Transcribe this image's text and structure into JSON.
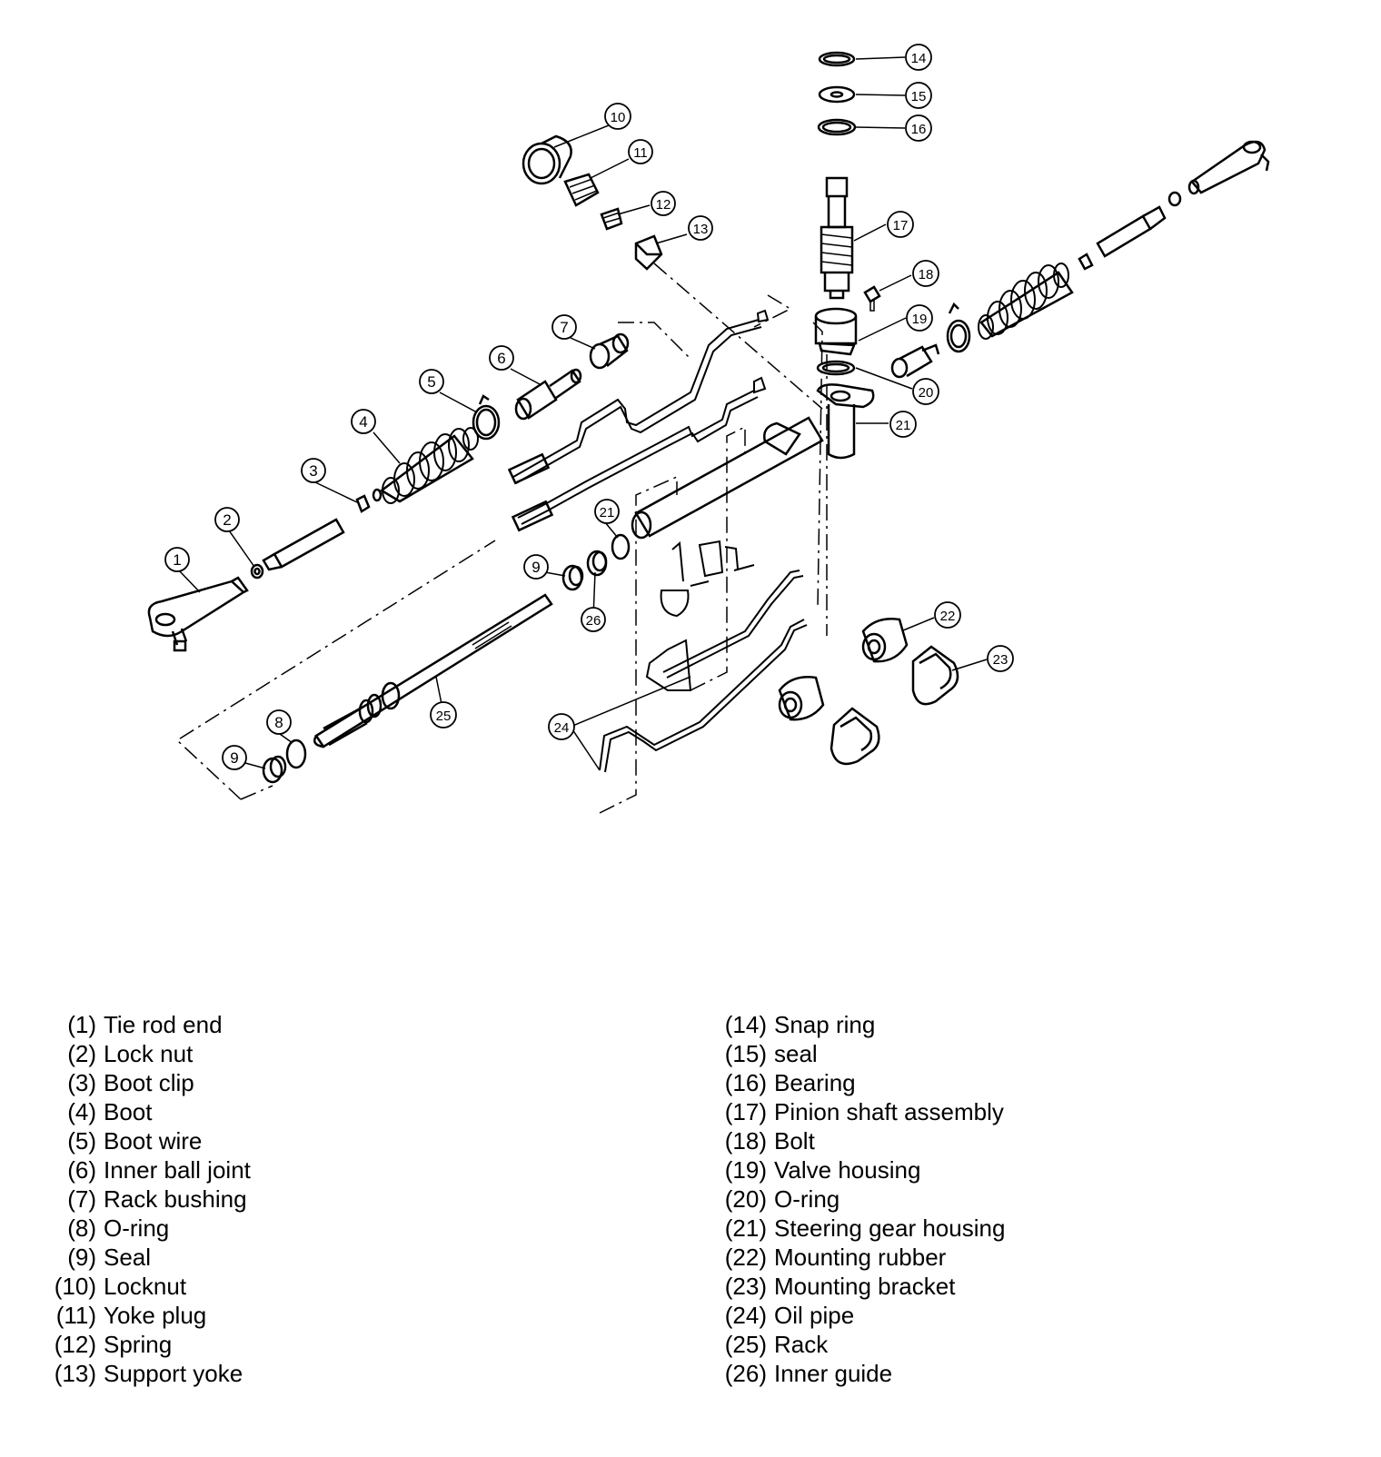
{
  "diagram": {
    "callouts": [
      "1",
      "2",
      "3",
      "4",
      "5",
      "6",
      "7",
      "8",
      "9",
      "9",
      "10",
      "11",
      "12",
      "13",
      "14",
      "15",
      "16",
      "17",
      "18",
      "19",
      "20",
      "21",
      "21",
      "22",
      "23",
      "24",
      "25",
      "26"
    ]
  },
  "legend": {
    "left": [
      {
        "num": "(1)",
        "label": "Tie rod end"
      },
      {
        "num": "(2)",
        "label": "Lock nut"
      },
      {
        "num": "(3)",
        "label": "Boot clip"
      },
      {
        "num": "(4)",
        "label": "Boot"
      },
      {
        "num": "(5)",
        "label": "Boot wire"
      },
      {
        "num": "(6)",
        "label": "Inner ball joint"
      },
      {
        "num": "(7)",
        "label": "Rack bushing"
      },
      {
        "num": "(8)",
        "label": "O-ring"
      },
      {
        "num": "(9)",
        "label": "Seal"
      },
      {
        "num": "(10)",
        "label": "Locknut"
      },
      {
        "num": "(11)",
        "label": "Yoke plug"
      },
      {
        "num": "(12)",
        "label": "Spring"
      },
      {
        "num": "(13)",
        "label": "Support yoke"
      }
    ],
    "right": [
      {
        "num": "(14)",
        "label": "Snap ring"
      },
      {
        "num": "(15)",
        "label": "seal"
      },
      {
        "num": "(16)",
        "label": "Bearing"
      },
      {
        "num": "(17)",
        "label": "Pinion shaft assembly"
      },
      {
        "num": "(18)",
        "label": "Bolt"
      },
      {
        "num": "(19)",
        "label": "Valve housing"
      },
      {
        "num": "(20)",
        "label": "O-ring"
      },
      {
        "num": "(21)",
        "label": "Steering gear housing"
      },
      {
        "num": "(22)",
        "label": "Mounting rubber"
      },
      {
        "num": "(23)",
        "label": "Mounting bracket"
      },
      {
        "num": "(24)",
        "label": "Oil pipe"
      },
      {
        "num": "(25)",
        "label": "Rack"
      },
      {
        "num": "(26)",
        "label": "Inner guide"
      }
    ]
  }
}
